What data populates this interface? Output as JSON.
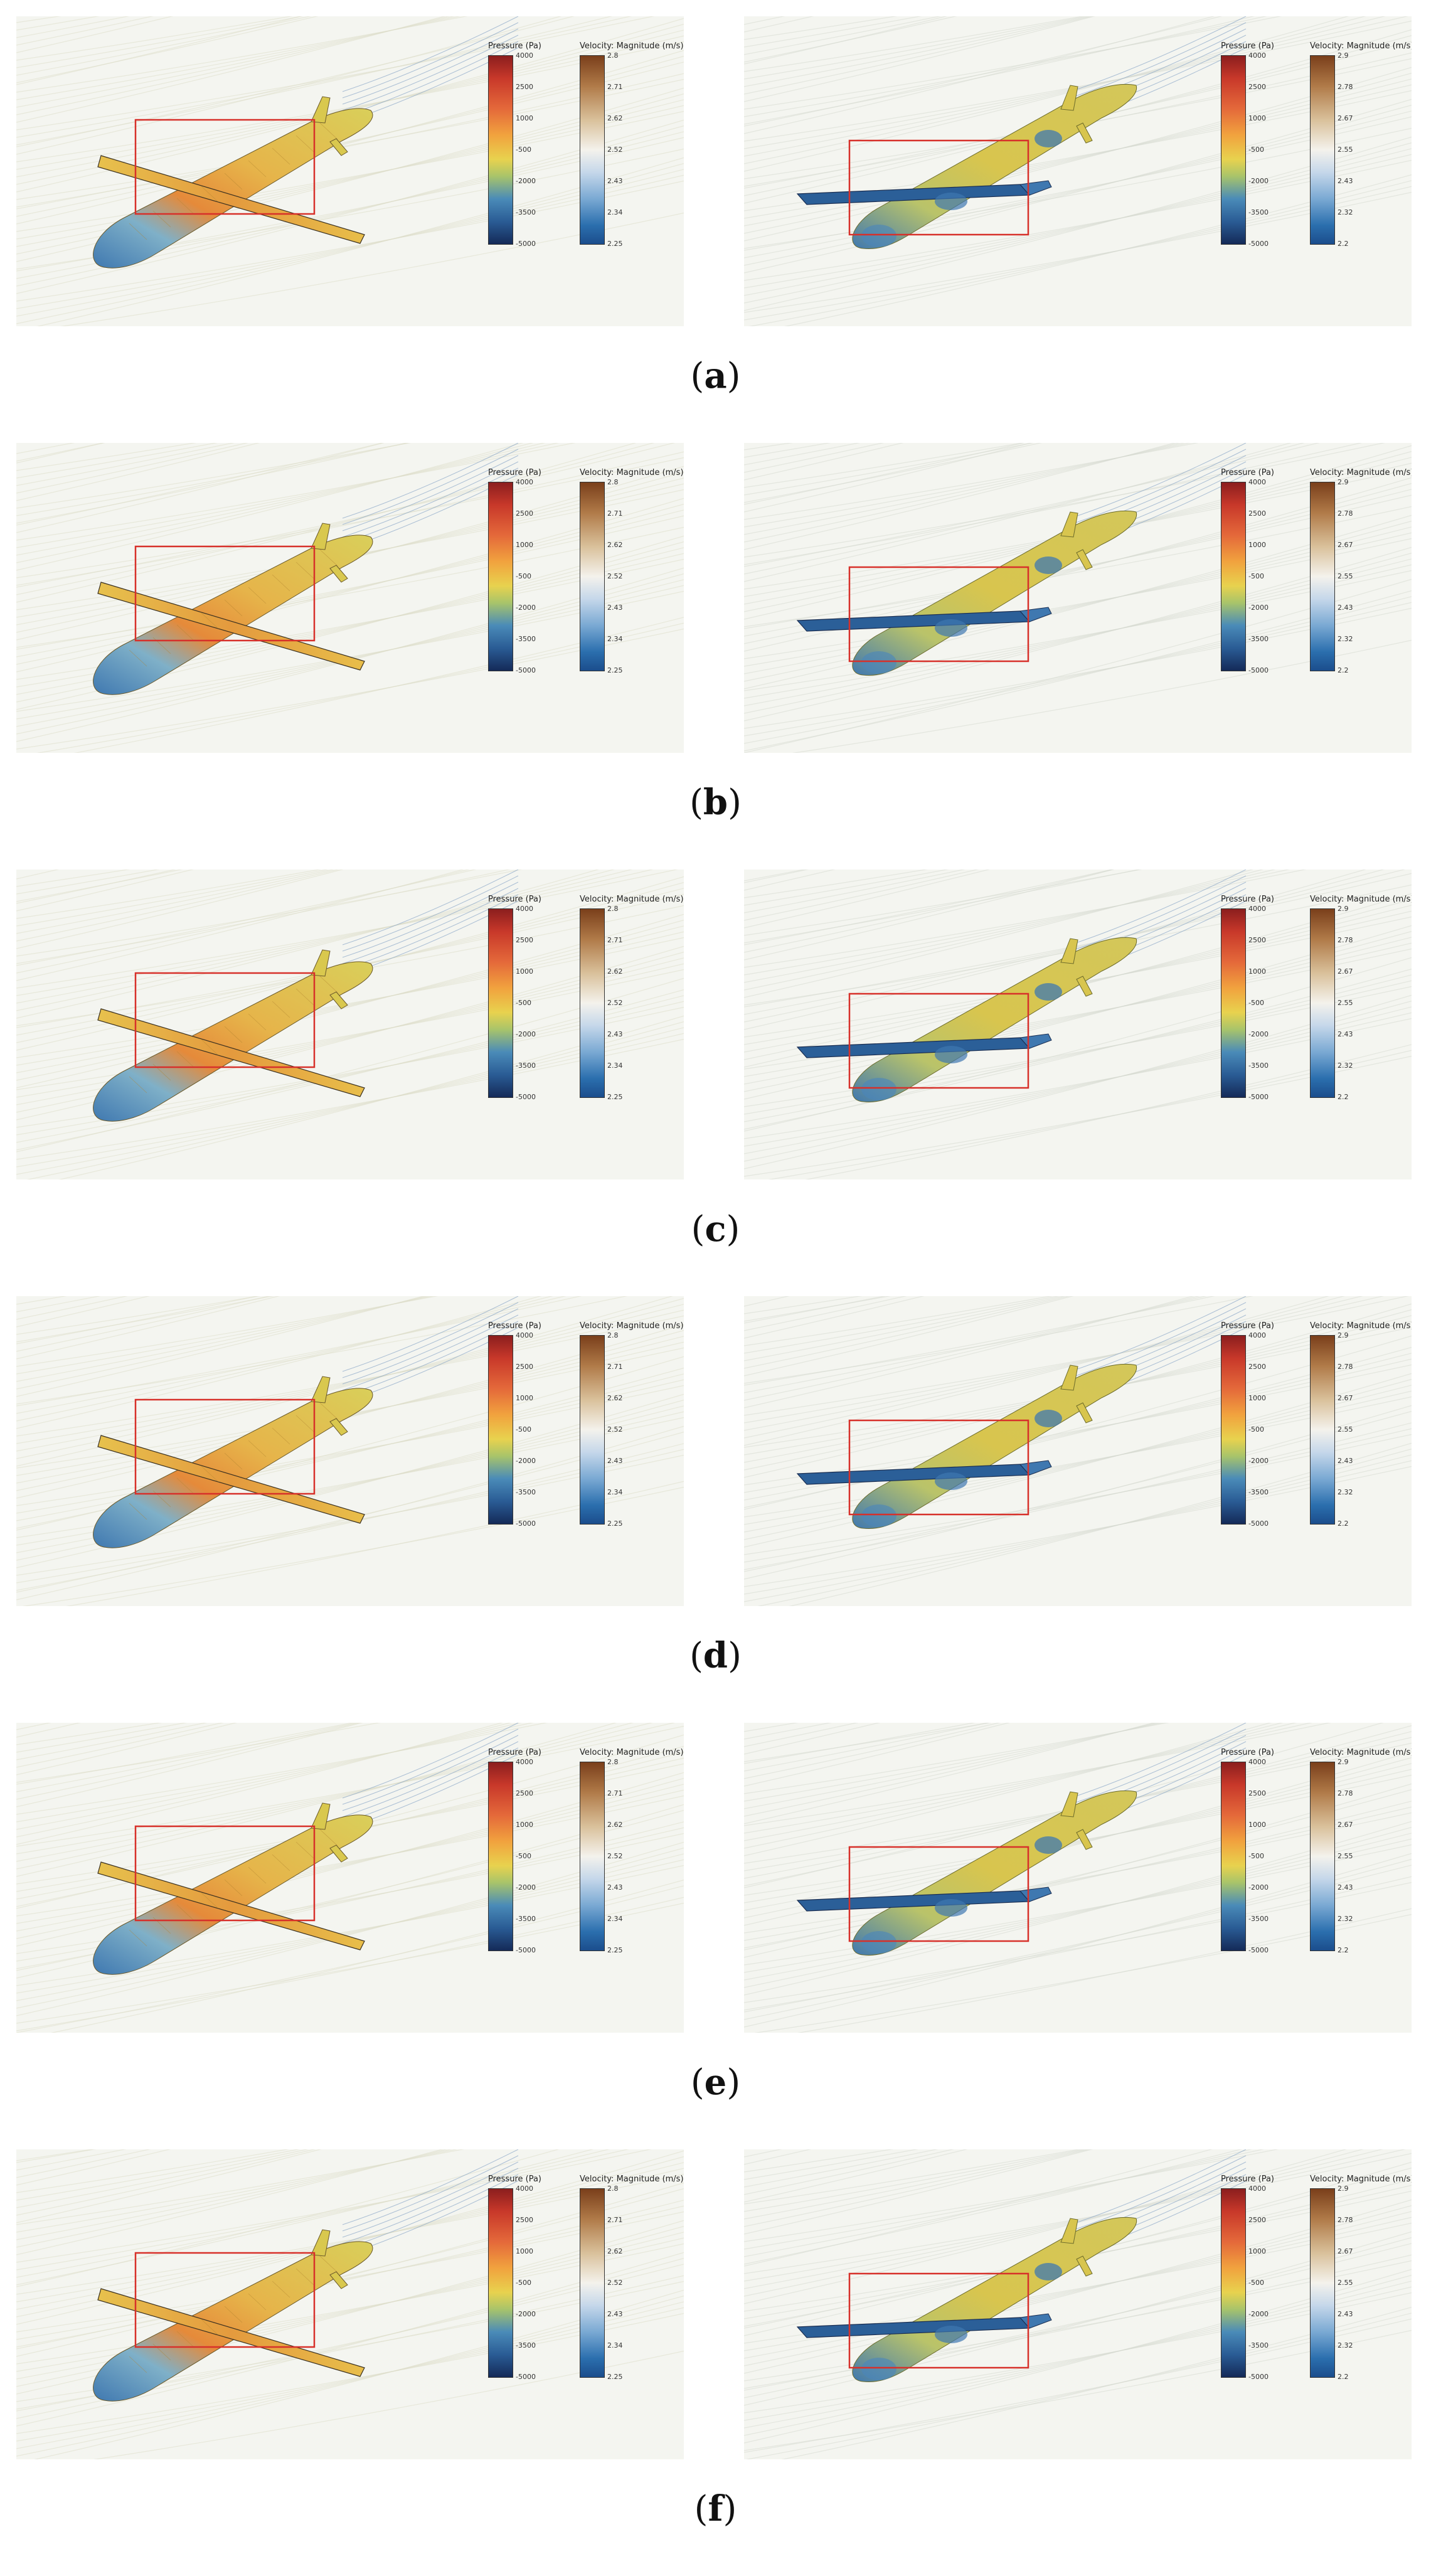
{
  "colors": {
    "frame_red": "#d7302a",
    "body_yellow": "#e5c24c",
    "body_orange": "#e58a3a",
    "body_blue": "#3f78b0",
    "wing_blue": "#2b5f98"
  },
  "panels": [
    {
      "label": "a",
      "left": {
        "pressure_title": "Pressure (Pa)",
        "velocity_title": "Velocity: Magnitude (m/s)",
        "pressure_ticks": [
          "4000",
          "2500",
          "1000",
          "-500",
          "-2000",
          "-3500",
          "-5000"
        ],
        "velocity_ticks": [
          "2.8",
          "2.71",
          "2.62",
          "2.52",
          "2.43",
          "2.34",
          "2.25"
        ]
      },
      "right": {
        "pressure_title": "Pressure (Pa)",
        "velocity_title": "Velocity: Magnitude (m/s)",
        "pressure_ticks": [
          "4000",
          "2500",
          "1000",
          "-500",
          "-2000",
          "-3500",
          "-5000"
        ],
        "velocity_ticks": [
          "2.9",
          "2.78",
          "2.67",
          "2.55",
          "2.43",
          "2.32",
          "2.2"
        ]
      }
    },
    {
      "label": "b",
      "left": {
        "pressure_title": "Pressure (Pa)",
        "velocity_title": "Velocity: Magnitude (m/s)",
        "pressure_ticks": [
          "4000",
          "2500",
          "1000",
          "-500",
          "-2000",
          "-3500",
          "-5000"
        ],
        "velocity_ticks": [
          "2.8",
          "2.71",
          "2.62",
          "2.52",
          "2.43",
          "2.34",
          "2.25"
        ]
      },
      "right": {
        "pressure_title": "Pressure (Pa)",
        "velocity_title": "Velocity: Magnitude (m/s)",
        "pressure_ticks": [
          "4000",
          "2500",
          "1000",
          "-500",
          "-2000",
          "-3500",
          "-5000"
        ],
        "velocity_ticks": [
          "2.9",
          "2.78",
          "2.67",
          "2.55",
          "2.43",
          "2.32",
          "2.2"
        ]
      }
    },
    {
      "label": "c",
      "left": {
        "pressure_title": "Pressure (Pa)",
        "velocity_title": "Velocity: Magnitude (m/s)",
        "pressure_ticks": [
          "4000",
          "2500",
          "1000",
          "-500",
          "-2000",
          "-3500",
          "-5000"
        ],
        "velocity_ticks": [
          "2.8",
          "2.71",
          "2.62",
          "2.52",
          "2.43",
          "2.34",
          "2.25"
        ]
      },
      "right": {
        "pressure_title": "Pressure (Pa)",
        "velocity_title": "Velocity: Magnitude (m/s)",
        "pressure_ticks": [
          "4000",
          "2500",
          "1000",
          "-500",
          "-2000",
          "-3500",
          "-5000"
        ],
        "velocity_ticks": [
          "2.9",
          "2.78",
          "2.67",
          "2.55",
          "2.43",
          "2.32",
          "2.2"
        ]
      }
    },
    {
      "label": "d",
      "left": {
        "pressure_title": "Pressure (Pa)",
        "velocity_title": "Velocity: Magnitude (m/s)",
        "pressure_ticks": [
          "4000",
          "2500",
          "1000",
          "-500",
          "-2000",
          "-3500",
          "-5000"
        ],
        "velocity_ticks": [
          "2.8",
          "2.71",
          "2.62",
          "2.52",
          "2.43",
          "2.34",
          "2.25"
        ]
      },
      "right": {
        "pressure_title": "Pressure (Pa)",
        "velocity_title": "Velocity: Magnitude (m/s)",
        "pressure_ticks": [
          "4000",
          "2500",
          "1000",
          "-500",
          "-2000",
          "-3500",
          "-5000"
        ],
        "velocity_ticks": [
          "2.9",
          "2.78",
          "2.67",
          "2.55",
          "2.43",
          "2.32",
          "2.2"
        ]
      }
    },
    {
      "label": "e",
      "left": {
        "pressure_title": "Pressure (Pa)",
        "velocity_title": "Velocity: Magnitude (m/s)",
        "pressure_ticks": [
          "4000",
          "2500",
          "1000",
          "-500",
          "-2000",
          "-3500",
          "-5000"
        ],
        "velocity_ticks": [
          "2.8",
          "2.71",
          "2.62",
          "2.52",
          "2.43",
          "2.34",
          "2.25"
        ]
      },
      "right": {
        "pressure_title": "Pressure (Pa)",
        "velocity_title": "Velocity: Magnitude (m/s)",
        "pressure_ticks": [
          "4000",
          "2500",
          "1000",
          "-500",
          "-2000",
          "-3500",
          "-5000"
        ],
        "velocity_ticks": [
          "2.9",
          "2.78",
          "2.67",
          "2.55",
          "2.43",
          "2.32",
          "2.2"
        ]
      }
    },
    {
      "label": "f",
      "left": {
        "pressure_title": "Pressure (Pa)",
        "velocity_title": "Velocity: Magnitude (m/s)",
        "pressure_ticks": [
          "4000",
          "2500",
          "1000",
          "-500",
          "-2000",
          "-3500",
          "-5000"
        ],
        "velocity_ticks": [
          "2.8",
          "2.71",
          "2.62",
          "2.52",
          "2.43",
          "2.34",
          "2.25"
        ]
      },
      "right": {
        "pressure_title": "Pressure (Pa)",
        "velocity_title": "Velocity: Magnitude (m/s)",
        "pressure_ticks": [
          "4000",
          "2500",
          "1000",
          "-500",
          "-2000",
          "-3500",
          "-5000"
        ],
        "velocity_ticks": [
          "2.9",
          "2.78",
          "2.67",
          "2.55",
          "2.43",
          "2.32",
          "2.2"
        ]
      }
    }
  ]
}
